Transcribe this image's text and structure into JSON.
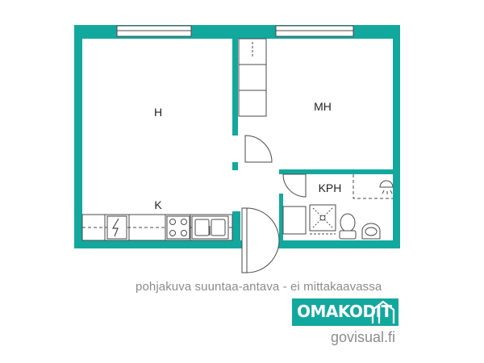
{
  "colors": {
    "wall": "#13a89e",
    "line": "#4a4a4a",
    "caption_text": "#8c8c8c",
    "logo_bg": "#13a89e"
  },
  "rooms": {
    "living": "H",
    "bedroom": "MH",
    "kitchen": "K",
    "bathroom": "KPH"
  },
  "caption": "pohjakuva suuntaa-antava - ei mittakaavassa",
  "logo": {
    "text": "OMAKODIT",
    "icon": "house-outline-icon"
  },
  "website": "govisual.fi"
}
